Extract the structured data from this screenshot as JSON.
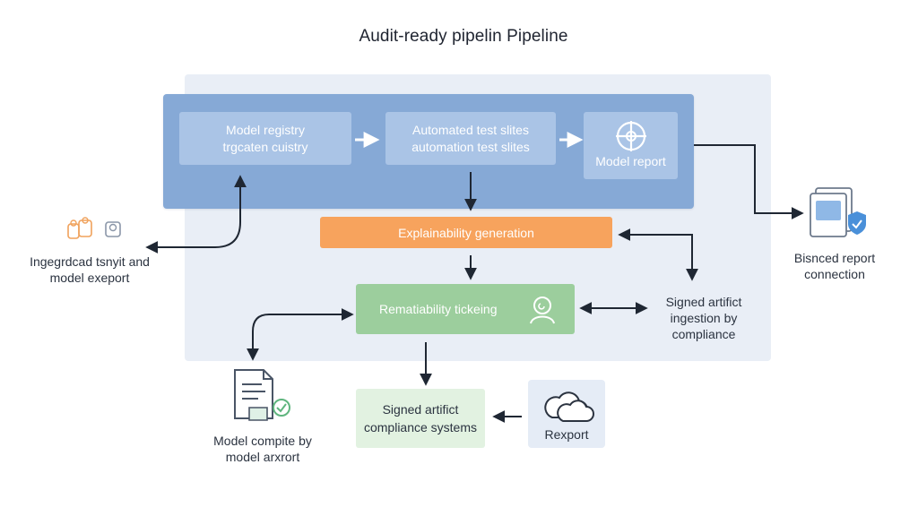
{
  "title": "Audit-ready pipelin Pipeline",
  "boxes": {
    "registry": {
      "line1": "Model registry",
      "line2": "trgcaten cuistry"
    },
    "tests": {
      "line1": "Automated test slites",
      "line2": "automation test slites"
    },
    "model_report": {
      "label": "Model report",
      "icon": "crosshair-gear-icon"
    },
    "explain": {
      "label": "Explainability generation"
    },
    "remat": {
      "label": "Rematiability tickeing",
      "icon": "user-avatar-icon"
    },
    "signed_systems": {
      "line1": "Signed artifict",
      "line2": "compliance systems"
    },
    "rexport": {
      "label": "Rexport",
      "icon": "cloud-icon"
    }
  },
  "side_labels": {
    "left": {
      "line1": "Ingegrdcad tsnyit and",
      "line2": "model exeport",
      "icon": "people-icon"
    },
    "doc": {
      "line1": "Model compite by",
      "line2": "model arxrort",
      "icon": "document-check-icon"
    },
    "signed_ingestion": {
      "line1": "Signed artifict",
      "line2": "ingestion by",
      "line3": "compliance"
    },
    "report_conn": {
      "line1": "Bisnced report",
      "line2": "connection",
      "icon": "report-shield-icon"
    }
  },
  "colors": {
    "top_band": "#86a9d6",
    "light_box": "#aac4e6",
    "orange": "#f7a35d",
    "green": "#9cce9d",
    "pale_green": "#e2f2e1",
    "panel": "#e9eef6",
    "arrow": "#1f2733"
  }
}
